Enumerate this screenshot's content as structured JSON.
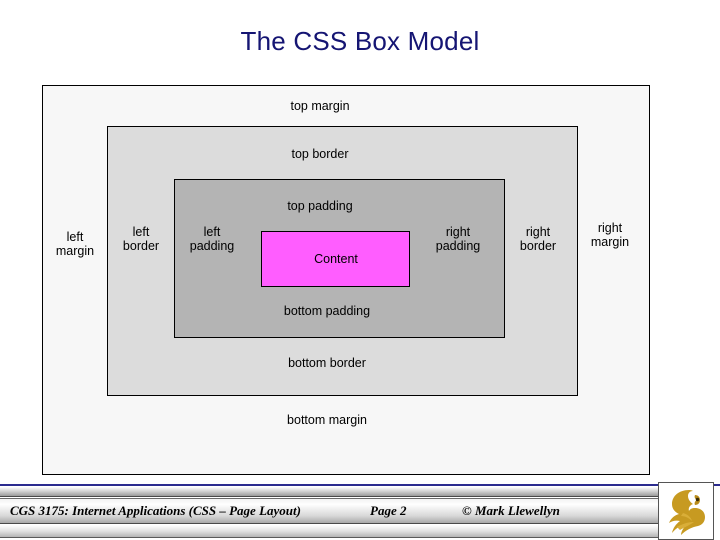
{
  "slide": {
    "title": "The CSS Box Model",
    "title_color": "#151573"
  },
  "diagram": {
    "type": "css-box-model",
    "boxes": [
      {
        "name": "margin",
        "label_prefix": "margin",
        "fill": "#f7f7f7",
        "stroke": "#000000"
      },
      {
        "name": "border",
        "label_prefix": "border",
        "fill": "#dcdcdc",
        "stroke": "#000000"
      },
      {
        "name": "padding",
        "label_prefix": "padding",
        "fill": "#b4b4b4",
        "stroke": "#000000"
      },
      {
        "name": "content",
        "label_prefix": "content",
        "fill": "#ff5dff",
        "stroke": "#000000"
      }
    ],
    "labels": {
      "top_margin": "top margin",
      "top_border": "top border",
      "top_padding": "top padding",
      "bottom_padding": "bottom padding",
      "bottom_border": "bottom border",
      "bottom_margin": "bottom margin",
      "left_margin": "left\nmargin",
      "left_border": "left\nborder",
      "left_padding": "left\npadding",
      "right_padding": "right\npadding",
      "right_border": "right\nborder",
      "right_margin": "right\nmargin",
      "content": "Content"
    }
  },
  "footer": {
    "course": "CGS 3175: Internet Applications (CSS – Page Layout)",
    "page": "Page 2",
    "copyright": "© Mark Llewellyn",
    "logo_name": "ucf-pegasus-logo",
    "logo_color": "#c79a21",
    "accent_color": "#2b2b8f"
  }
}
